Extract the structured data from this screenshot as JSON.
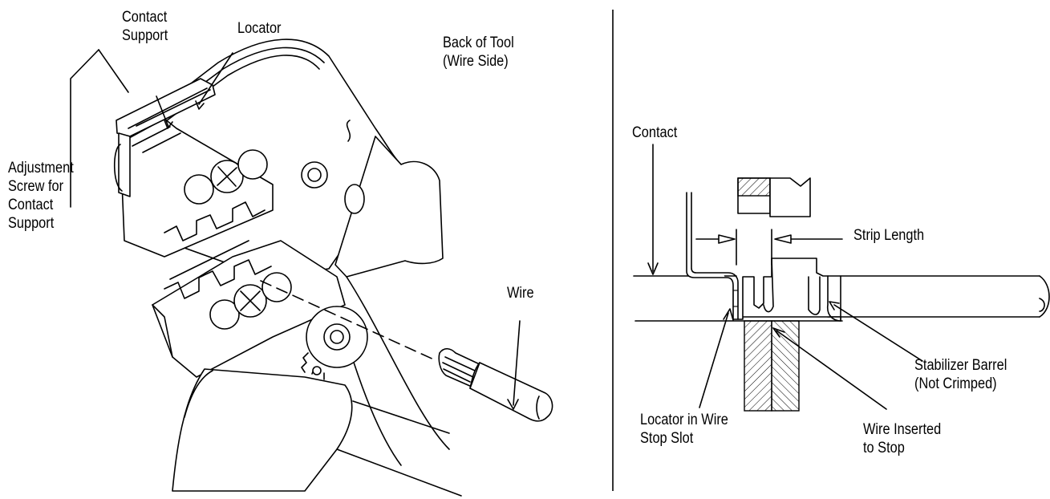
{
  "labels": {
    "contact_support": [
      "Contact",
      "Support"
    ],
    "locator": "Locator",
    "back_of_tool": [
      "Back of Tool",
      "(Wire Side)"
    ],
    "adjustment_screw": [
      "Adjustment",
      "Screw for",
      "Contact",
      "Support"
    ],
    "wire": "Wire",
    "contact": "Contact",
    "strip_length": "Strip Length",
    "stabilizer_barrel": [
      "Stabilizer Barrel",
      "(Not Crimped)"
    ],
    "locator_in_wire_stop_slot": [
      "Locator in Wire",
      "Stop Slot"
    ],
    "wire_inserted_to_stop": [
      "Wire Inserted",
      "to Stop"
    ]
  },
  "colors": {
    "ink": "#000000",
    "paper": "#ffffff"
  }
}
